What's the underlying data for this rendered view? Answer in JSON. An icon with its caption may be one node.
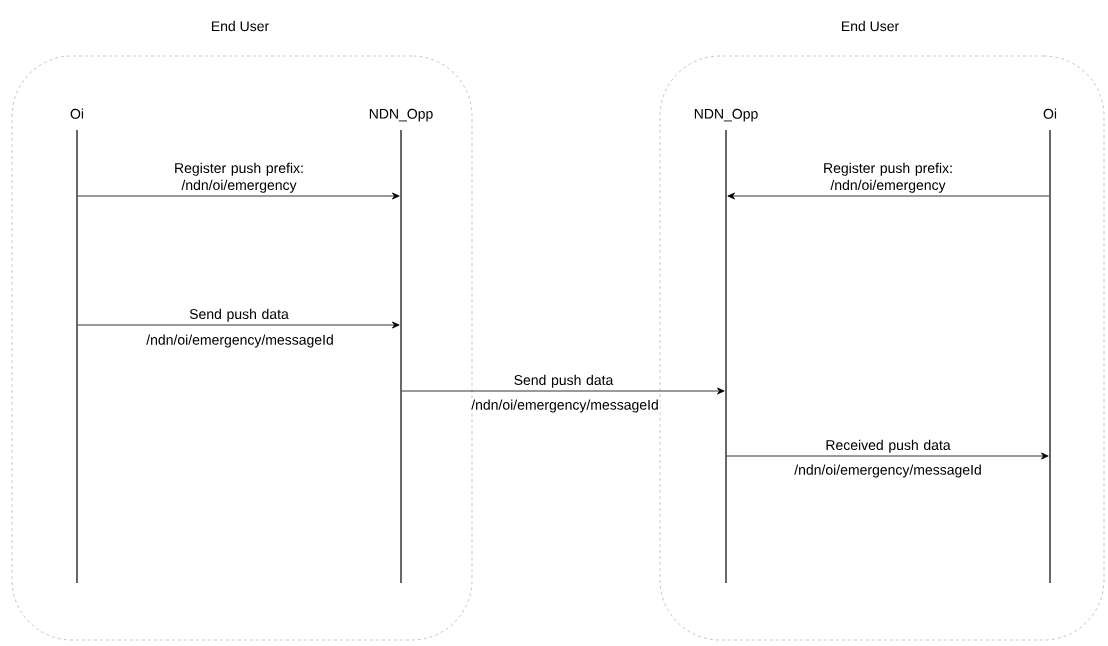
{
  "diagram": {
    "nodes": [
      {
        "text": [
          "End User"
        ]
      },
      {
        "text": [
          "Oi"
        ],
        "in": 0
      },
      {
        "text": [
          "NDN_Opp"
        ],
        "in": 0
      },
      {
        "text": [
          "End User"
        ]
      },
      {
        "text": [
          "NDN_Opp"
        ],
        "in": 3
      },
      {
        "text": [
          "Oi"
        ],
        "in": 3
      }
    ],
    "edges": [
      {
        "from": 1,
        "to": 2,
        "arrow": "to",
        "label": "Register push prefix: /ndn/oi/emergency"
      },
      {
        "from": 1,
        "to": 2,
        "arrow": "to",
        "label": "Send push data"
      },
      {
        "from": 2,
        "to": 4,
        "arrow": "to",
        "label": "Send push data"
      },
      {
        "from": 5,
        "to": 4,
        "arrow": "to",
        "label": "Register push prefix: /ndn/oi/emergency"
      },
      {
        "from": 4,
        "to": 5,
        "arrow": "to",
        "label": "Received push data"
      }
    ],
    "labels": [
      "/ndn/oi/emergency/messageId",
      "/ndn/oi/emergency/messageId",
      "/ndn/oi/emergency/messageId"
    ]
  }
}
